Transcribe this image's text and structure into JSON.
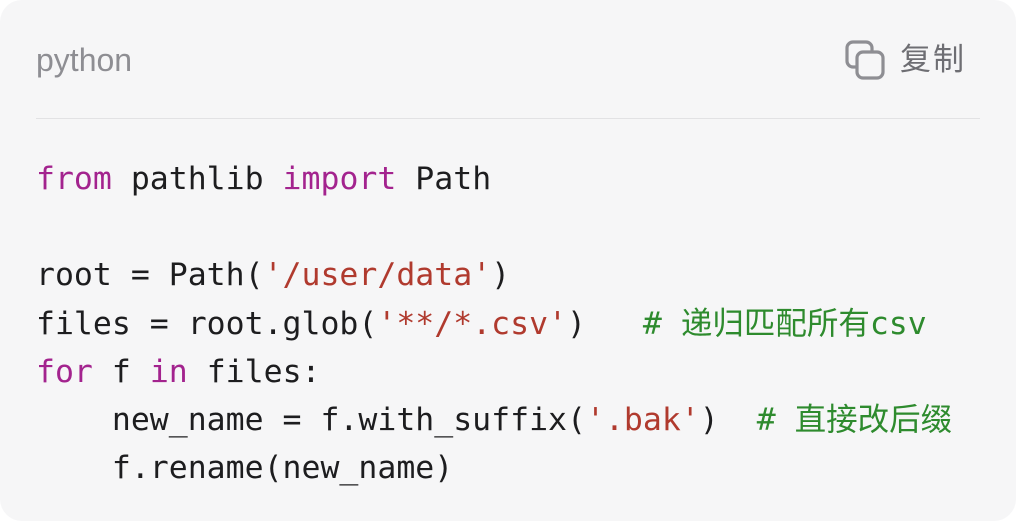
{
  "header": {
    "language": "python",
    "copy_label": "复制",
    "copy_icon": "copy-icon"
  },
  "colors": {
    "keyword": "#a3238e",
    "string": "#b03a2e",
    "comment": "#2e8b2e",
    "text": "#1d1d1f",
    "background": "#f6f6f7"
  },
  "code": {
    "lines": [
      [
        {
          "type": "keyword",
          "text": "from"
        },
        {
          "type": "plain",
          "text": " pathlib "
        },
        {
          "type": "keyword",
          "text": "import"
        },
        {
          "type": "plain",
          "text": " Path"
        }
      ],
      [],
      [
        {
          "type": "plain",
          "text": "root = Path("
        },
        {
          "type": "string",
          "text": "'/user/data'"
        },
        {
          "type": "plain",
          "text": ")"
        }
      ],
      [
        {
          "type": "plain",
          "text": "files = root.glob("
        },
        {
          "type": "string",
          "text": "'**/*.csv'"
        },
        {
          "type": "plain",
          "text": ")   "
        },
        {
          "type": "comment",
          "text": "# 递归匹配所有csv"
        }
      ],
      [
        {
          "type": "keyword",
          "text": "for"
        },
        {
          "type": "plain",
          "text": " f "
        },
        {
          "type": "keyword",
          "text": "in"
        },
        {
          "type": "plain",
          "text": " files:"
        }
      ],
      [
        {
          "type": "plain",
          "text": "    new_name = f.with_suffix("
        },
        {
          "type": "string",
          "text": "'.bak'"
        },
        {
          "type": "plain",
          "text": ")  "
        },
        {
          "type": "comment",
          "text": "# 直接改后缀"
        }
      ],
      [
        {
          "type": "plain",
          "text": "    f.rename(new_name)"
        }
      ]
    ]
  }
}
